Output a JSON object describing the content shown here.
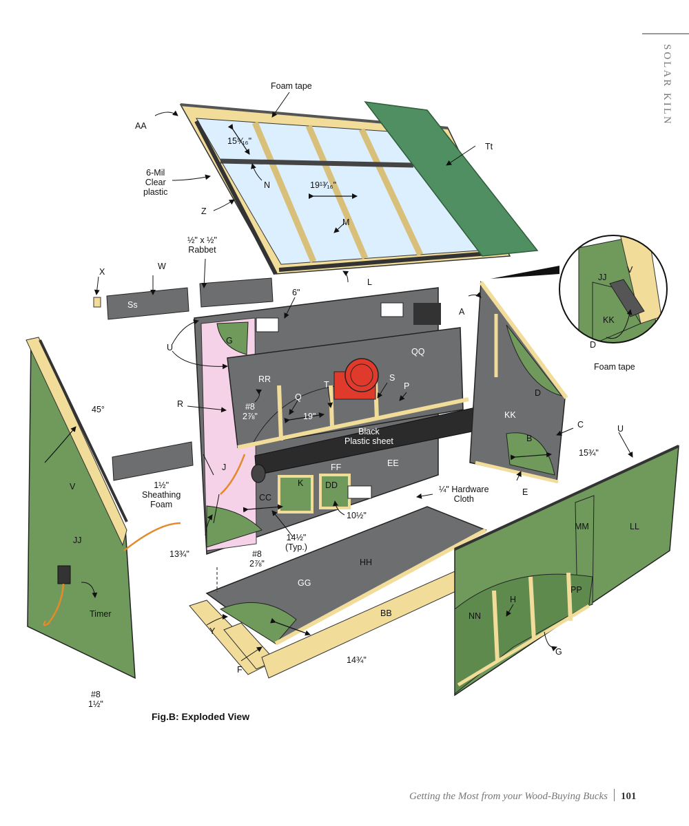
{
  "page": {
    "section_tab": "SOLAR KILN",
    "caption": "Fig.B: Exploded View",
    "footer": {
      "title": "Getting the Most from your Wood-Buying Bucks",
      "page_number": "101"
    }
  },
  "colors": {
    "panel_green": "#6f9a5c",
    "panel_gray": "#6d6e70",
    "lumber": "#f1dc9a",
    "glazing": "#dcefff",
    "foam_pink": "#f5d2e8",
    "roof_green": "#4f8f61",
    "fan_red": "#e03a2c",
    "plastic_black": "#2b2b2b"
  },
  "labels": {
    "foam_tape_top": "Foam tape",
    "aa": "AA",
    "d15": "15⁹⁄₁₆\"",
    "tt": "Tt",
    "mil_plastic": "6-Mil\nClear\nplastic",
    "n": "N",
    "d19_13": "19¹³⁄₁₆\"",
    "z": "Z",
    "m": "M",
    "rabbet": "½\" x ½\"\nRabbet",
    "l": "L",
    "x": "X",
    "w": "W",
    "ss": "Ss",
    "six": "6\"",
    "a": "A",
    "jj_detail": "JJ",
    "v_detail": "V",
    "kk_detail": "KK",
    "d_detail": "D",
    "foam_tape_detail": "Foam tape",
    "u_left": "U",
    "g_back": "G",
    "qq": "QQ",
    "rr": "RR",
    "t": "T",
    "s": "S",
    "p": "P",
    "d_side": "D",
    "screw8_278_mid": "#8\n2⅞\"",
    "q": "Q",
    "r": "R",
    "d19": "19\"",
    "black_plastic": "Black\nPlastic sheet",
    "kk": "KK",
    "c": "C",
    "b": "B",
    "d1534": "15¾\"",
    "u_right": "U",
    "deg45": "45°",
    "v": "V",
    "j": "J",
    "ff": "FF",
    "ee": "EE",
    "k": "K",
    "dd": "DD",
    "cc": "CC",
    "sheathing": "1½\"\nSheathing\nFoam",
    "e": "E",
    "hardware_cloth": "¼\" Hardware\nCloth",
    "d1012": "10½\"",
    "d1412": "14½\"\n(Typ.)",
    "d1334": "13¾\"",
    "jj": "JJ",
    "screw8_278_bot": "#8\n2⅞\"",
    "hh": "HH",
    "mm": "MM",
    "ll": "LL",
    "gg": "GG",
    "pp": "PP",
    "timer": "Timer",
    "bb": "BB",
    "h": "H",
    "nn": "NN",
    "y": "Y",
    "d1434": "14¾\"",
    "f": "F",
    "g_front": "G",
    "screw8_112": "#8\n1½\""
  }
}
